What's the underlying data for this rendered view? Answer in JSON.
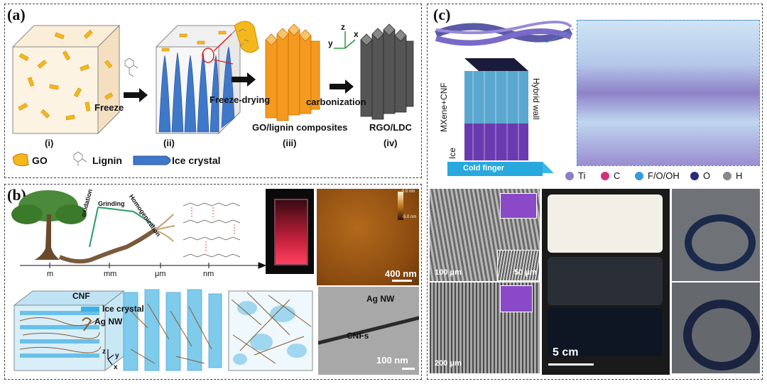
{
  "panel_a": {
    "label": "(a)",
    "steps": [
      "Freeze",
      "Freeze-drying",
      "carbonization"
    ],
    "stage_labels": [
      "(i)",
      "(ii)",
      "(iii)",
      "(iv)"
    ],
    "product_labels": [
      "GO/lignin composites",
      "RGO/LDC"
    ],
    "axes": {
      "z": "z",
      "x": "x",
      "y": "y"
    },
    "legend": [
      "GO",
      "Lignin",
      "Ice crystal"
    ]
  },
  "panel_b": {
    "label": "(b)",
    "process": [
      "oxidation",
      "Grinding",
      "Homogenization"
    ],
    "scale_ticks": [
      "m",
      "mm",
      "μm",
      "nm"
    ],
    "afm_colorbar": [
      "5.0 nm",
      "-5.0 nm"
    ],
    "afm_scalebar": "400 nm",
    "legend": [
      "CNF",
      "Ice crystal",
      "Ag NW"
    ],
    "axes": {
      "z": "z",
      "y": "y",
      "x": "x"
    },
    "tem_labels": [
      "Ag NW",
      "CNFs"
    ],
    "tem_scalebar": "100 nm"
  },
  "panel_c": {
    "label": "(c)",
    "tower_labels": [
      "MXene+CNF",
      "Ice",
      "Hybrid wall",
      "Cold finger"
    ],
    "legend": [
      "Ti",
      "C",
      "F/O/OH",
      "O",
      "H"
    ],
    "legend_colors": [
      "#8a7fc8",
      "#d0307a",
      "#3a9ad8",
      "#2a2a7a",
      "#888888"
    ],
    "sem_scalebars": [
      "100 μm",
      "50 μm",
      "200 μm"
    ],
    "photo_scalebar": "5 cm"
  }
}
